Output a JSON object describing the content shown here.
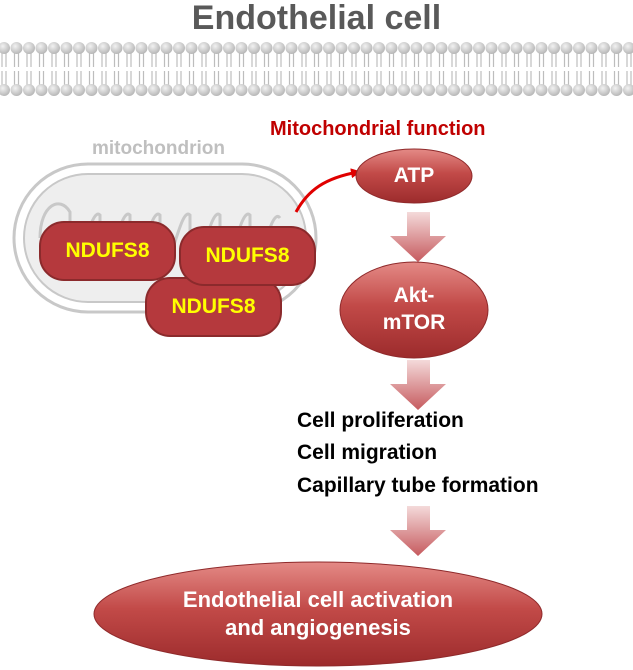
{
  "title": "Endothelial cell",
  "mitochondrion_label": "mitochondrion",
  "mitochondrial_function_label": "Mitochondrial function",
  "ndufs8": [
    "NDUFS8",
    "NDUFS8",
    "NDUFS8"
  ],
  "atp": "ATP",
  "akt_mtor": [
    "Akt-",
    "mTOR"
  ],
  "outcomes": [
    "Cell proliferation",
    "Cell migration",
    "Capillary tube formation"
  ],
  "final": [
    "Endothelial cell activation",
    "and angiogenesis"
  ],
  "colors": {
    "title_gray": "#595959",
    "mito_gray": "#bfbfbf",
    "func_red": "#c00000",
    "node_red": "#b5393d",
    "ndufs_text": "#ffff00",
    "arrow_pink": "#d9878a"
  }
}
